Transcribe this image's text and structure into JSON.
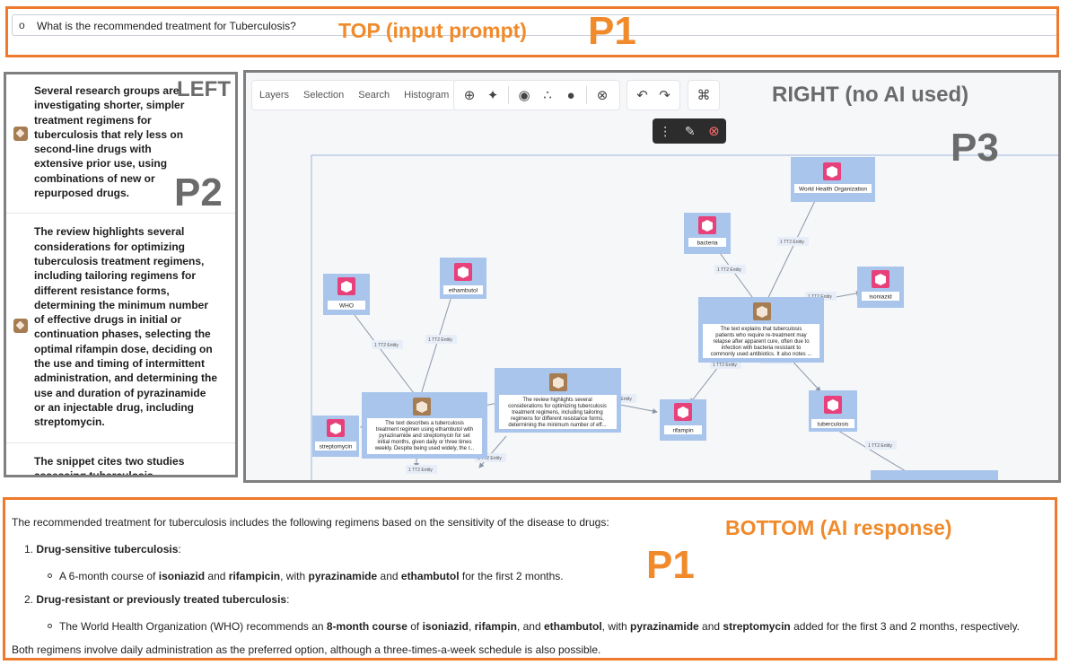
{
  "top": {
    "bullet": "o",
    "prompt": "What is the recommended treatment for Tuberculosis?",
    "annotation": "TOP (input prompt)",
    "panel_label": "P1"
  },
  "left": {
    "annotation": "LEFT",
    "panel_label": "P2",
    "items": [
      {
        "text": "Several research groups are investigating shorter, simpler treatment regimens for tuberculosis that rely less on second-line drugs with extensive prior use, using combinations of new or repurposed drugs."
      },
      {
        "text": "The review highlights several considerations for optimizing tuberculosis treatment regimens, including tailoring regimens for different resistance forms, determining the minimum number of effective drugs in initial or continuation phases, selecting the optimal rifampin dose, deciding on the use and timing of intermittent administration, and determining the use and duration of pyrazinamide or an injectable drug, including streptomycin."
      },
      {
        "text": "The snippet cites two studies assessing tuberculosis treatment regimens: one evaluates a"
      }
    ]
  },
  "right": {
    "annotation": "RIGHT (no AI used)",
    "panel_label": "P3",
    "tabs": [
      "Layers",
      "Selection",
      "Search",
      "Histogram"
    ],
    "icons": {
      "group1": [
        "plus-circle-icon",
        "expand-icon",
        "target-icon",
        "network-icon",
        "toggle-icon",
        "cancel-icon"
      ],
      "group2": [
        "undo-icon",
        "redo-icon"
      ],
      "group3": [
        "command-icon"
      ],
      "floating": [
        "drag-handle-icon",
        "pen-icon",
        "close-icon"
      ]
    },
    "entity_nodes": [
      "World Health Organization",
      "bacteria",
      "isoniazid",
      "WHO",
      "ethambutol",
      "streptomycin",
      "rifampin",
      "tuberculosis"
    ],
    "edge_label": "1 TT2 Entity",
    "doc_nodes": [
      {
        "lines": [
          "The text explains that tuberculosis",
          "patients who require re-treatment may",
          "relapse after apparent cure, often due to",
          "infection with bacteria resistant to",
          "commonly used antibiotics. It also notes ..."
        ]
      },
      {
        "lines": [
          "The review highlights several",
          "considerations for optimizing tuberculosis",
          "treatment regimens, including tailoring",
          "regimens for different resistance forms,",
          "determining the minimum number of eff..."
        ]
      },
      {
        "lines": [
          "The text describes a tuberculosis",
          "treatment regimen using ethambutol with",
          "pyrazinamide and streptomycin for set",
          "initial months, given daily or three times",
          "weekly. Despite being used widely, the r..."
        ]
      }
    ]
  },
  "bottom": {
    "annotation": "BOTTOM (AI response)",
    "panel_label": "P1",
    "intro": "The recommended treatment for tuberculosis includes the following regimens based on the sensitivity of the disease to drugs:",
    "item1_num": "1.",
    "item1_title": "Drug-sensitive tuberculosis",
    "item1_colon": ":",
    "item1_detail": {
      "a": "A 6-month course of ",
      "b": "isoniazid",
      "c": " and ",
      "d": "rifampicin",
      "e": ", with ",
      "f": "pyrazinamide",
      "g": " and ",
      "h": "ethambutol",
      "i": " for the first 2 months."
    },
    "item2_num": "2.",
    "item2_title": "Drug-resistant or previously treated tuberculosis",
    "item2_colon": ":",
    "item2_detail": {
      "a": "The World Health Organization (WHO) recommends an ",
      "b": "8-month course",
      "c": " of ",
      "d": "isoniazid",
      "e": ", ",
      "f": "rifampin",
      "g": ", and ",
      "h": "ethambutol",
      "i": ", with ",
      "j": "pyrazinamide",
      "k": " and ",
      "l": "streptomycin",
      "m": " added for the first 3 and 2 months, respectively."
    },
    "outro": "Both regimens involve daily administration as the preferred option, although a three-times-a-week schedule is also possible."
  }
}
